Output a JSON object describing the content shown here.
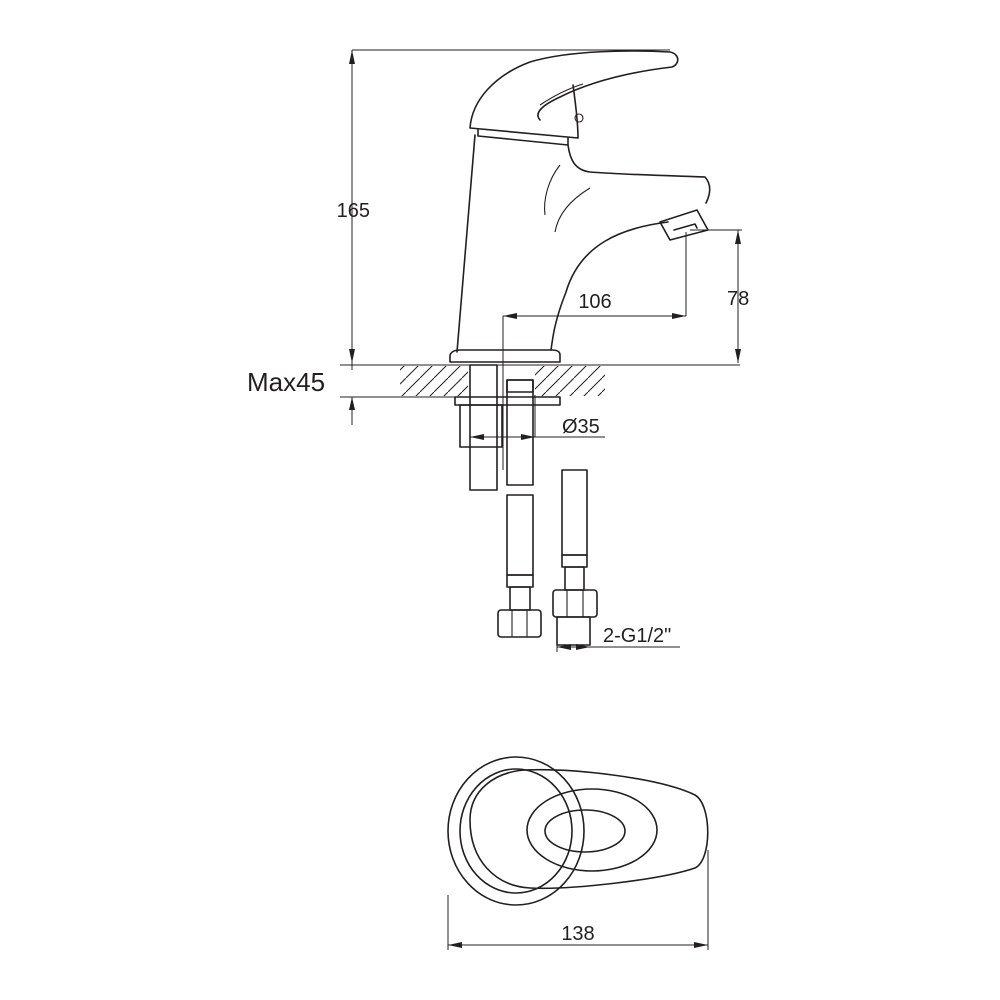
{
  "drawing": {
    "dimensions": {
      "height_total": "165",
      "spout_reach": "106",
      "spout_height": "78",
      "max_deck_thickness": "Max45",
      "hole_diameter": "Ø35",
      "connection": "2-G1/2\"",
      "top_view_length": "138"
    },
    "line_color": "#231f20"
  }
}
